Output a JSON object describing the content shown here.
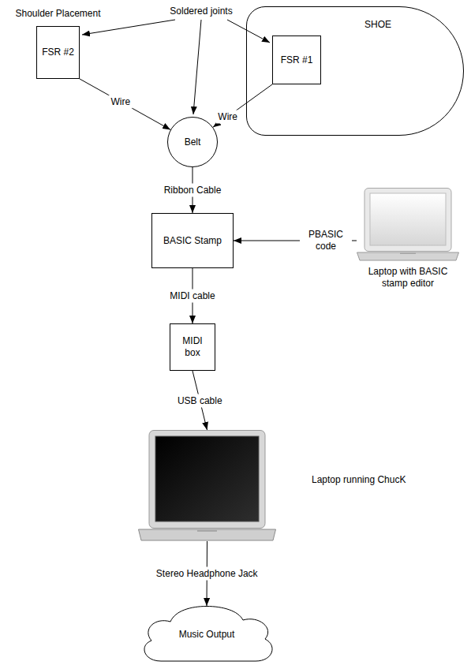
{
  "diagram": {
    "nodes": [
      {
        "text": [
          "Shoulder Placement",
          "FSR #2"
        ]
      },
      {
        "text": [
          "SHOE"
        ]
      },
      {
        "text": [
          "FSR #1"
        ],
        "in": 1
      },
      {
        "text": [
          "Belt"
        ]
      },
      {
        "text": [
          "BASIC Stamp"
        ]
      },
      {
        "text": [
          "Laptop with BASIC stamp editor"
        ]
      },
      {
        "text": [
          "MIDI box"
        ]
      },
      {
        "text": [
          "Laptop running ChucK"
        ]
      },
      {
        "text": [
          "Music Output"
        ]
      }
    ],
    "edges": [
      {
        "from": 0,
        "to": 3,
        "arrow": "to",
        "label": "Wire"
      },
      {
        "from": 2,
        "to": 3,
        "arrow": "to",
        "label": "Wire"
      },
      {
        "from": 3,
        "to": 4,
        "arrow": "to",
        "label": "Ribbon Cable"
      },
      {
        "from": 5,
        "to": 4,
        "arrow": "to",
        "label": "PBASIC code"
      },
      {
        "from": 4,
        "to": 6,
        "arrow": "to",
        "label": "MIDI cable"
      },
      {
        "from": 6,
        "to": 7,
        "arrow": "to",
        "label": "USB cable"
      },
      {
        "from": 7,
        "to": 8,
        "arrow": "to",
        "label": "Stereo Headphone Jack"
      }
    ],
    "labels": [
      "Soldered joints"
    ]
  }
}
